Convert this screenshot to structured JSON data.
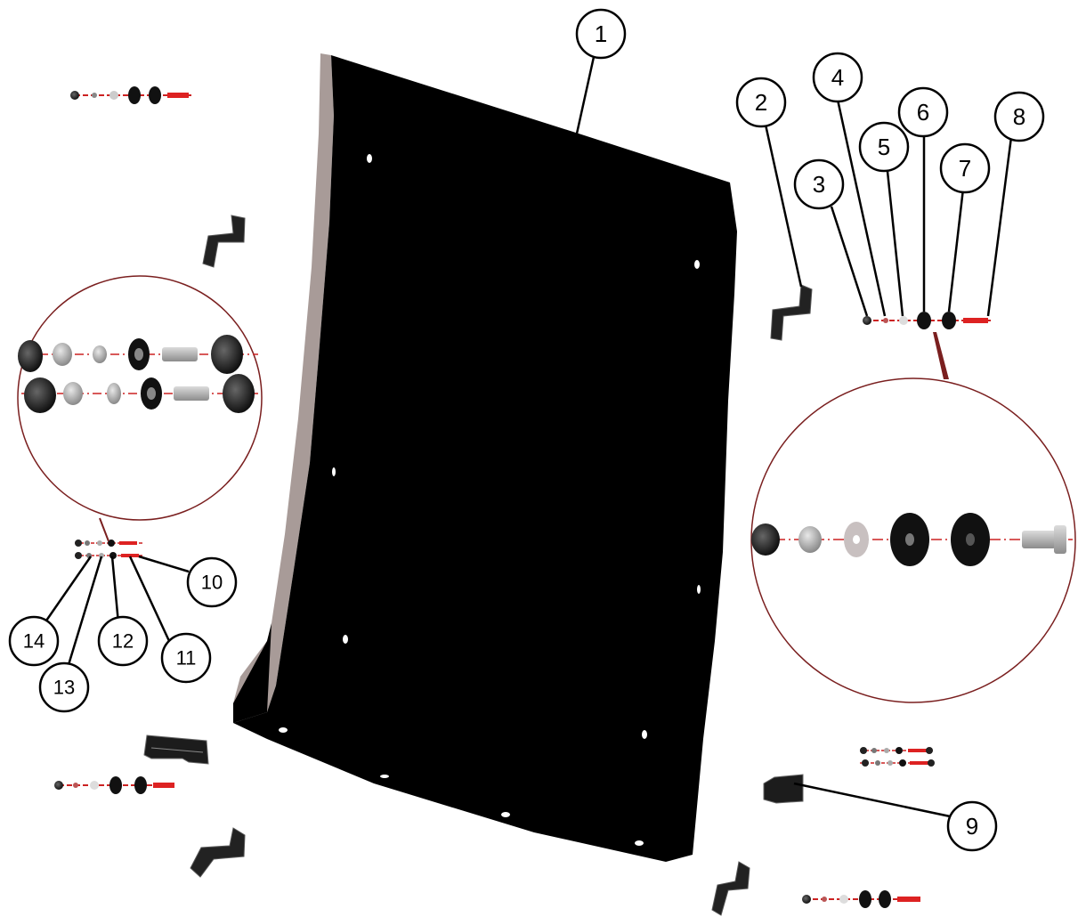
{
  "diagram": {
    "type": "exploded-parts-diagram",
    "callouts": [
      {
        "id": "1",
        "label": "1"
      },
      {
        "id": "2",
        "label": "2"
      },
      {
        "id": "3",
        "label": "3"
      },
      {
        "id": "4",
        "label": "4"
      },
      {
        "id": "5",
        "label": "5"
      },
      {
        "id": "6",
        "label": "6"
      },
      {
        "id": "7",
        "label": "7"
      },
      {
        "id": "8",
        "label": "8"
      },
      {
        "id": "9",
        "label": "9"
      },
      {
        "id": "10",
        "label": "10"
      },
      {
        "id": "11",
        "label": "11"
      },
      {
        "id": "12",
        "label": "12"
      },
      {
        "id": "13",
        "label": "13"
      },
      {
        "id": "14",
        "label": "14"
      }
    ],
    "colors": {
      "panel": "#000000",
      "panel_edge": "#a89b98",
      "detail_circle": "#7a1f1f",
      "axis_line": "#cc2222",
      "hardware_dark": "#1a1a1a",
      "hardware_light": "#b8b8b8"
    }
  }
}
